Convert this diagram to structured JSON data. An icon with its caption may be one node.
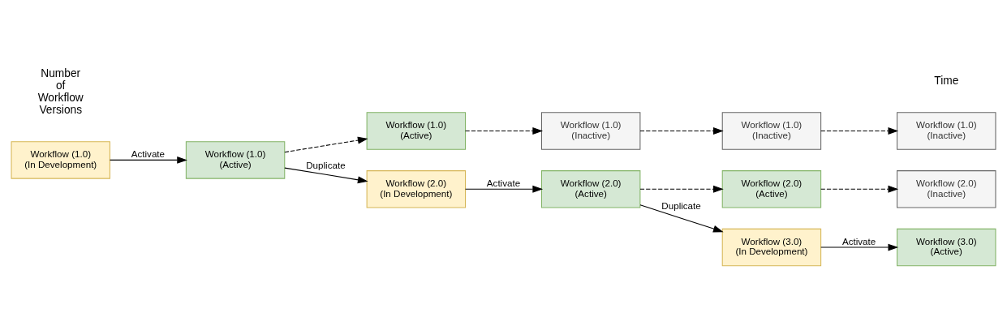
{
  "diagram": {
    "nodes": [
      {
        "text": [
          "Workflow (1.0) (In Development)"
        ]
      },
      {
        "text": [
          "Workflow (1.0) (Active)"
        ]
      },
      {
        "text": [
          "Workflow (2.0) (In Development)"
        ]
      },
      {
        "text": [
          "Workflow (2.0) (Active)"
        ]
      },
      {
        "text": [
          "Workflow (3.0) (In Development)"
        ]
      },
      {
        "text": [
          "Workflow (3.0) (Active)"
        ]
      },
      {
        "text": [
          "Workflow (1.0) (Active)"
        ]
      },
      {
        "text": [
          "Workflow (1.0) (Inactive)"
        ]
      },
      {
        "text": [
          "Workflow (2.0) (Active)"
        ]
      },
      {
        "text": [
          "Workflow (2.0) (Inactive)"
        ]
      },
      {
        "text": [
          "Workflow (1.0) (Inactive)"
        ]
      },
      {
        "text": [
          "Workflow (1.0) (Inactive)"
        ]
      }
    ],
    "edges": [
      {
        "from": 0,
        "to": 1,
        "arrow": "to",
        "label": "Activate"
      },
      {
        "from": 1,
        "to": 2,
        "arrow": "to",
        "label": "Duplicate"
      },
      {
        "from": 2,
        "to": 3,
        "arrow": "to",
        "label": "Activate"
      },
      {
        "from": 3,
        "to": 4,
        "arrow": "to",
        "label": "Duplicate"
      },
      {
        "from": 4,
        "to": 5,
        "arrow": "to",
        "label": "Activate"
      },
      {
        "from": 1,
        "to": 6,
        "arrow": "to",
        "style": "dashed"
      },
      {
        "from": 6,
        "to": 7,
        "arrow": "to",
        "style": "dashed"
      },
      {
        "from": 7,
        "to": 10,
        "arrow": "to",
        "style": "dashed"
      },
      {
        "from": 10,
        "to": 11,
        "arrow": "to",
        "style": "dashed"
      },
      {
        "from": 3,
        "to": 8,
        "arrow": "to",
        "style": "dashed"
      },
      {
        "from": 8,
        "to": 9,
        "arrow": "to",
        "style": "dashed"
      }
    ],
    "labels": [
      "Number of Workflow Versions",
      "Time"
    ]
  }
}
